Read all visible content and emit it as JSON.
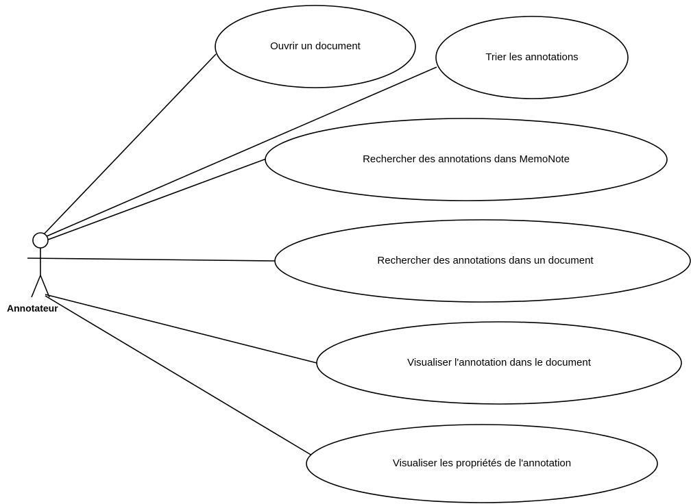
{
  "actor": {
    "name": "Annotateur"
  },
  "use_cases": [
    {
      "id": "open-document",
      "label": "Ouvrir un document"
    },
    {
      "id": "sort-annotations",
      "label": "Trier les annotations"
    },
    {
      "id": "search-memonote",
      "label": "Rechercher des annotations dans MemoNote"
    },
    {
      "id": "search-document",
      "label": "Rechercher des annotations dans un document"
    },
    {
      "id": "view-annotation",
      "label": "Visualiser l'annotation dans le document"
    },
    {
      "id": "view-properties",
      "label": "Visualiser les propriétés de l'annotation"
    }
  ]
}
